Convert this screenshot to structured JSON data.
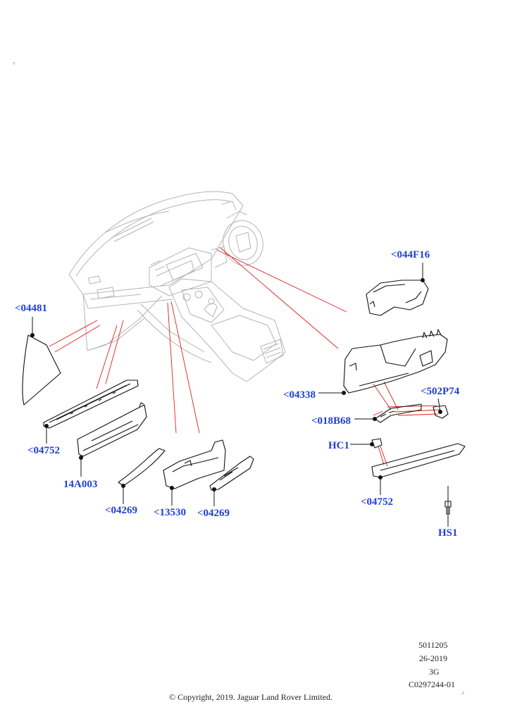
{
  "callouts": {
    "c04481": "<04481",
    "c044F16": "<044F16",
    "c04338": "<04338",
    "c502P74": "<502P74",
    "c018B68": "<018B68",
    "cHC1": "HC1",
    "c04752_right": "<04752",
    "cHS1": "HS1",
    "c04752_left": "<04752",
    "c14A003": "14A003",
    "c04269_a": "<04269",
    "c13530": "<13530",
    "c04269_b": "<04269"
  },
  "meta": {
    "line1": "5011205",
    "line2": "26-2019",
    "line3": "3G",
    "line4": "C0297244-01"
  },
  "copyright": "© Copyright, 2019. Jaguar Land Rover Limited.",
  "colors": {
    "callout": "#1f3fd6",
    "leader_red": "#e02020",
    "line_gray": "#b4b4b4",
    "line_black": "#111111"
  }
}
